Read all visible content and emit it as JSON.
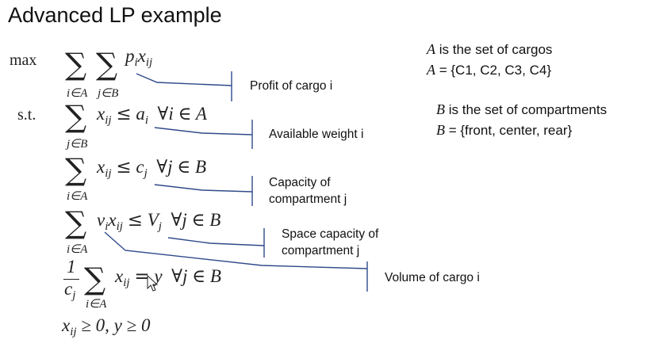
{
  "title": "Advanced LP example",
  "objective": {
    "keyword": "max",
    "sum1_sub": "i∈A",
    "sum2_sub": "j∈B",
    "p": "p",
    "p_sub": "i",
    "x": "x",
    "x_sub": "ij"
  },
  "st_keyword": "s.t.",
  "constraints": [
    {
      "sum_sub": "j∈B",
      "lhs": "x",
      "lhs_sub": "ij",
      "rel": "≤",
      "rhs": "a",
      "rhs_sub": "i",
      "forall": "∀i ∈ A"
    },
    {
      "sum_sub": "i∈A",
      "lhs": "x",
      "lhs_sub": "ij",
      "rel": "≤",
      "rhs": "c",
      "rhs_sub": "j",
      "forall": "∀j ∈ B"
    },
    {
      "sum_sub": "i∈A",
      "coef": "v",
      "coef_sub": "i",
      "lhs": "x",
      "lhs_sub": "ij",
      "rel": "≤",
      "rhs": "V",
      "rhs_sub": "j",
      "forall": "∀j ∈ B"
    },
    {
      "frac_num": "1",
      "frac_den": "c",
      "frac_den_sub": "j",
      "sum_sub": "i∈A",
      "lhs": "x",
      "lhs_sub": "ij",
      "rel": "=",
      "rhs": "y",
      "forall": "∀j ∈ B"
    },
    {
      "text": "x",
      "text_sub": "ij",
      "rest": "≥ 0, y ≥ 0"
    }
  ],
  "annotations": [
    "Profit of cargo i",
    "Available weight i",
    "Capacity of",
    "compartment j",
    "Space capacity of",
    "compartment j",
    "Volume of cargo i"
  ],
  "definitions": {
    "a_var": "A",
    "a_desc": " is the set of cargos",
    "a_set": " = {C1, C2, C3, C4}",
    "b_var": "B",
    "b_desc": " is the set of compartments",
    "b_set": " = {front, center, rear}"
  },
  "colors": {
    "connector": "#2f4a8a"
  }
}
